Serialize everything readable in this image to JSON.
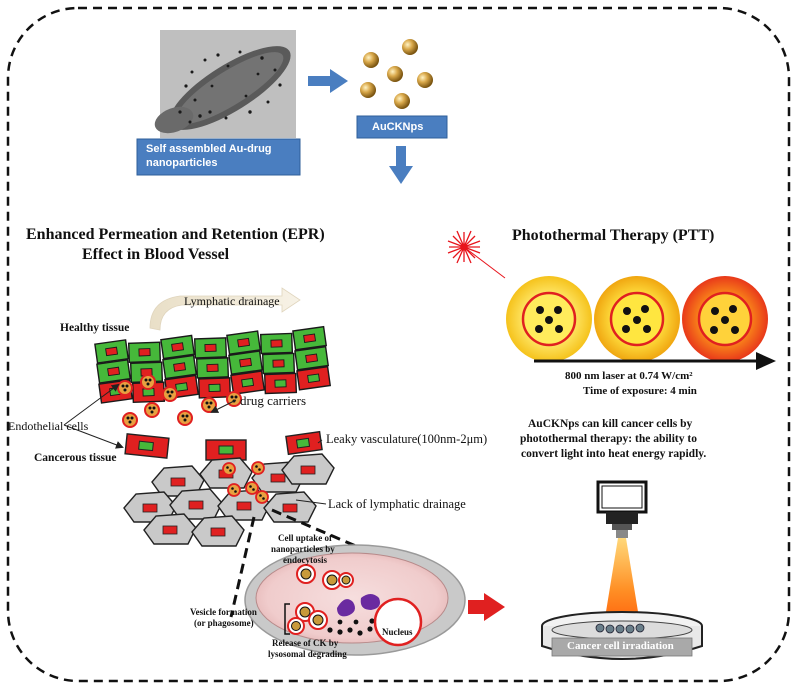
{
  "top": {
    "self_assembled_label": "Self assembled Au-drug nanoparticles",
    "auck_label": "AuCKNps"
  },
  "epr": {
    "title_line1": "Enhanced Permeation and Retention (EPR)",
    "title_line2": "Effect in Blood Vessel",
    "lymphatic_drainage": "Lymphatic drainage",
    "healthy_tissue": "Healthy tissue",
    "drug_carriers": "drug carriers",
    "endothelial_cells": "Endothelial cells",
    "leaky_vasculature": "Leaky vasculature(100nm-2μm)",
    "cancerous_tissue": "Cancerous tissue",
    "lack_lymphatic": "Lack of lymphatic drainage"
  },
  "cell": {
    "uptake_line1": "Cell uptake of",
    "uptake_line2": "nanoparticles by",
    "uptake_line3": "endocytosis",
    "vesicle_line1": "Vesicle formation",
    "vesicle_line2": "(or phagosome)",
    "release_line1": "Release of CK by",
    "release_line2": "lysosomal degrading",
    "nucleus": "Nucleus"
  },
  "ptt": {
    "title": "Photothermal Therapy (PTT)",
    "laser_line1": "800 nm laser at 0.74 W/cm²",
    "laser_line2": "Time of exposure: 4 min",
    "kill_line1": "AuCKNps can kill  cancer cells by",
    "kill_line2": "photothermal therapy: the ability  to",
    "kill_line3": "convert light into heat energy rapidly.",
    "irradiation": "Cancer cell irradiation"
  },
  "colors": {
    "accent_blue": "#4a7ec0",
    "cell_red": "#e02020",
    "cell_green": "#46b83a",
    "gold": "#c89a3a",
    "laser_red": "#e8141c"
  }
}
